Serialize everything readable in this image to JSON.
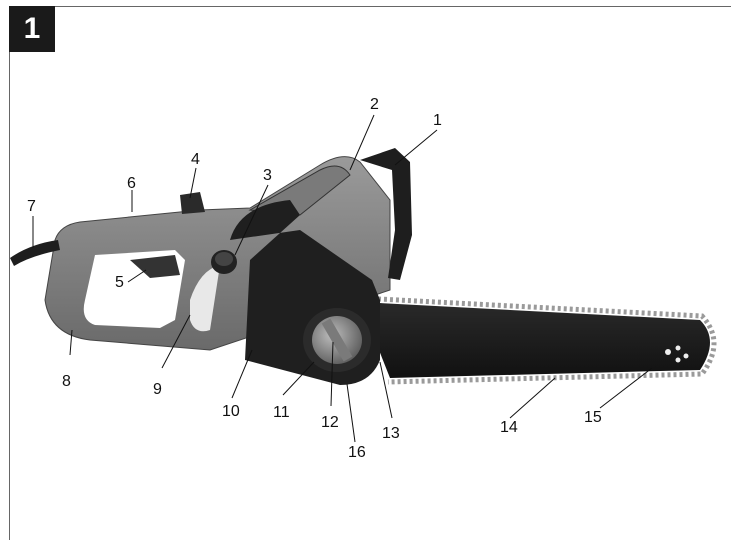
{
  "figure": {
    "number": "1"
  },
  "labels": [
    "1",
    "2",
    "3",
    "4",
    "5",
    "6",
    "7",
    "8",
    "9",
    "10",
    "11",
    "12",
    "13",
    "14",
    "15",
    "16"
  ]
}
